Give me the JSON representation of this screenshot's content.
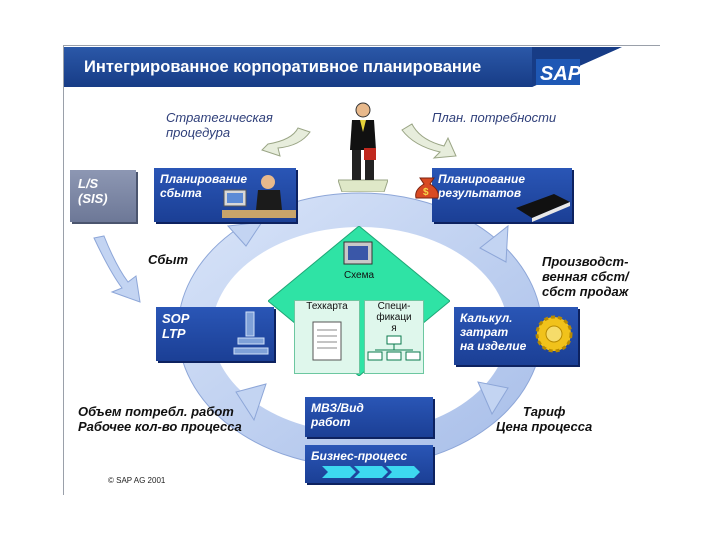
{
  "header": {
    "title": "Интегрированное корпоративное планирование"
  },
  "logo": {
    "text": "SAP"
  },
  "top": {
    "strategic_line1": "Стратегическая",
    "strategic_line2": "процедура",
    "plan_needs": "План. потребности"
  },
  "boxes": {
    "lis_line1": "L/S",
    "lis_line2": "(SIS)",
    "sales_plan_line1": "Планирование",
    "sales_plan_line2": "сбыта",
    "result_plan_line1": "Планирование",
    "result_plan_line2": "результатов",
    "sop_line1": "SOP",
    "sop_line2": "LTP",
    "calc_line1": "Калькул.",
    "calc_line2": "затрат",
    "calc_line3": "на изделие",
    "mvz_line1": "МВЗ/Вид",
    "mvz_line2": "работ",
    "bp": "Бизнес-процесс"
  },
  "labels": {
    "sbyt": "Сбыт",
    "prod_line1": "Производст-",
    "prod_line2": "венная сбст/",
    "prod_line3": "сбст продаж",
    "vol_line1": "Объем потребл. работ",
    "vol_line2": "Рабочее кол-во процесса",
    "tarif_line1": "Тариф",
    "tarif_line2": "Цена процесса"
  },
  "center": {
    "scheme": "Схема",
    "techcard": "Техкарта",
    "spec_line1": "Специ-",
    "spec_line2": "фикаци",
    "spec_line3": "я"
  },
  "footer": {
    "copyright": "© SAP AG 2001"
  },
  "colors": {
    "header_blue": "#1f4a98",
    "box_blue": "#1e46a5",
    "box_gray": "#7c86a3",
    "center_green": "#2fe3a5",
    "arrow_light": "#c3d4f2"
  }
}
